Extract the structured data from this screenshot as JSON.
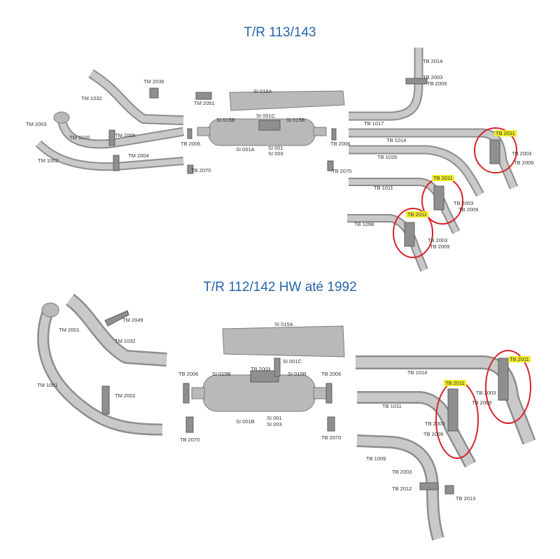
{
  "titles": {
    "top": "T/R 113/143",
    "bottom": "T/R 112/142 HW até 1992"
  },
  "colors": {
    "title": "#2565a8",
    "pipe": "#b3b3b3",
    "highlight": "#f3ee2c",
    "circle": "#d8232a"
  },
  "labels_top": {
    "tm2036": "TM 2036",
    "tm1032": "TM 1032",
    "tm2051": "TM 2051",
    "tm2003": "TM 2003",
    "tm1020": "TM 1020",
    "tm2005": "TM 2005",
    "tm2004": "TM 2004",
    "tm1002": "TM 1002",
    "si016a": "SI 016A",
    "si001c": "SI 001C",
    "si015b_l": "SI 015B",
    "si015b_r": "SI 015B",
    "si001a": "SI 001A",
    "si001": "SI 001",
    "si003": "SI 003",
    "tb2006_l": "TB 2006",
    "tb2006_r": "TB 2006",
    "tb2070_l": "TB 2070",
    "tb2070_r": "TB 2070",
    "tb2014": "TB 2014",
    "tb2003_a": "TB 2003",
    "tb2009_a": "TB 2009",
    "tb1017": "TB 1017",
    "tb1014": "TB 1014",
    "tb2011_a": "TB 2011",
    "tb2003_b": "TB 2003",
    "tb2009_b": "TB 2009",
    "tb1026": "TB 1026",
    "tb1011": "TB 1011",
    "tb2011_b": "TB 2011",
    "tb2003_c": "TB 2003",
    "tb2009_c": "TB 2009",
    "tb1098": "TB 1098",
    "tb2011_c": "TB 2011",
    "tb2003_d": "TB 2003",
    "tb2009_d": "TB 2009"
  },
  "labels_bottom": {
    "tm2001": "TM 2001",
    "tm2049": "TM 2049",
    "tm1032": "TM 1032",
    "tm1001": "TM 1001",
    "tm2002": "TM 2002",
    "si015a": "SI 015A",
    "tb2006_l": "TB 2006",
    "si015b_l": "SI 015B",
    "tb2003_m": "TB 2003",
    "si001c": "SI 001C",
    "si015b_r": "SI 015B",
    "tb2006_r": "TB 2006",
    "si001b": "SI 001B",
    "si001": "SI 001",
    "si003": "SI 003",
    "tb2070_l": "TB 2070",
    "tb2070_r": "TB 2070",
    "tb1014": "TB 1014",
    "tb2011_a": "TB 2011",
    "tb2003_a": "TB 2003",
    "tb2009_a": "TB 2009",
    "tb2011_b": "TB 2011",
    "tb1011": "TB 1011",
    "tb2003_b": "TB 2003",
    "tb2009_b": "TB 2009",
    "tb1009": "TB 1009",
    "tb2003_c": "TB 2003",
    "tb2012": "TB 2012",
    "tb2013": "TB 2013"
  }
}
